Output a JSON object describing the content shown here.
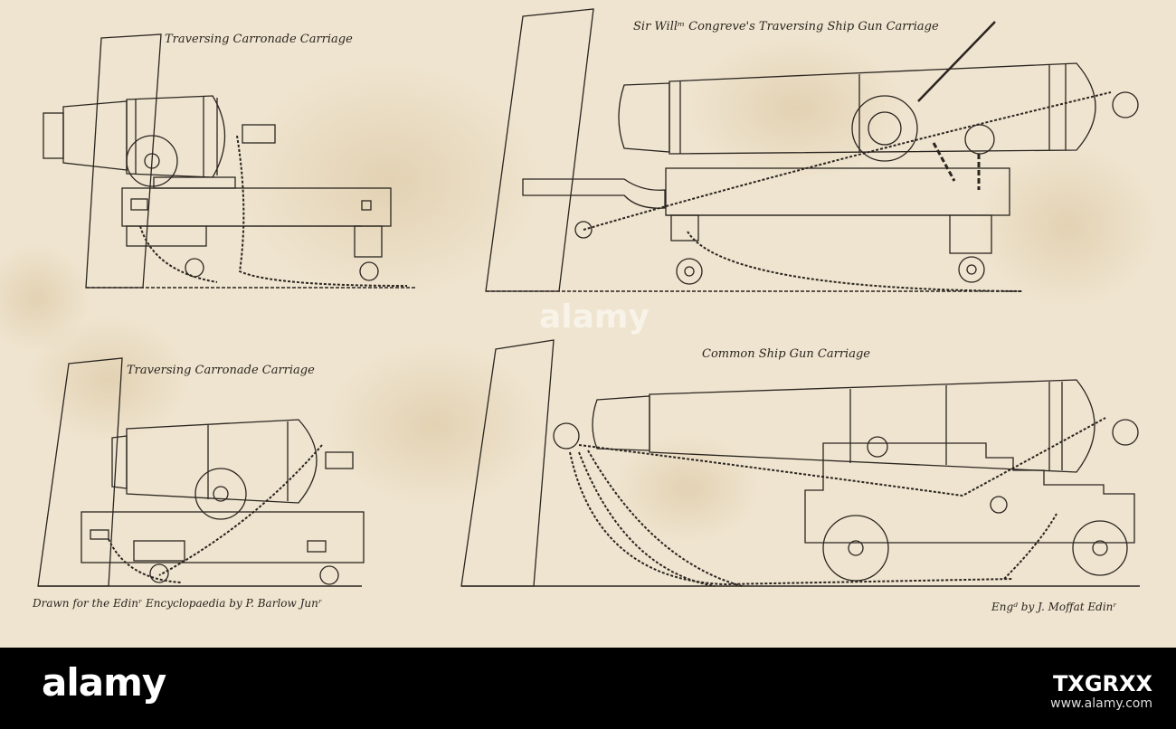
{
  "captions": {
    "fig1": "Traversing Carronade Carriage",
    "fig2": "Sir Willᵐ Congreve's Traversing Ship Gun Carriage",
    "fig3": "Traversing Carronade Carriage",
    "fig4": "Common Ship Gun Carriage",
    "drawn_credit": "Drawn for the Edinʳ Encyclopaedia by P. Barlow Junʳ",
    "engraved_credit": "Engᵈ by J. Moffat Edinʳ"
  },
  "watermark": "alamy",
  "footer": {
    "logo": "alamy",
    "image_id": "TXGRXX",
    "url": "www.alamy.com"
  }
}
